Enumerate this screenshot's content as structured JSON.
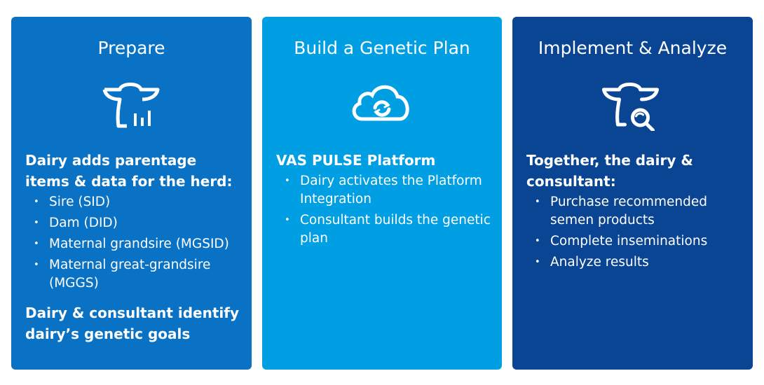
{
  "panels": [
    {
      "title": "Prepare",
      "icon": "cow-chart-icon",
      "heading": "Dairy adds parentage items & data for the herd:",
      "items": [
        "Sire (SID)",
        "Dam (DID)",
        "Maternal grandsire (MGSID)",
        "Maternal great-grandsire (MGGS)"
      ],
      "footer": "Dairy & consultant identify dairy’s genetic goals"
    },
    {
      "title": "Build a Genetic Plan",
      "icon": "cloud-sync-icon",
      "heading": "VAS PULSE Platform",
      "items": [
        "Dairy activates the Platform Integration",
        "Consultant builds the genetic plan"
      ]
    },
    {
      "title": "Implement & Analyze",
      "icon": "cow-search-icon",
      "heading": "Together, the dairy & consultant:",
      "items": [
        "Purchase recommended semen products",
        "Complete inseminations",
        "Analyze results"
      ]
    }
  ],
  "colors": {
    "prepare": "#0a72c4",
    "build": "#009fe3",
    "implement": "#0a4594"
  }
}
